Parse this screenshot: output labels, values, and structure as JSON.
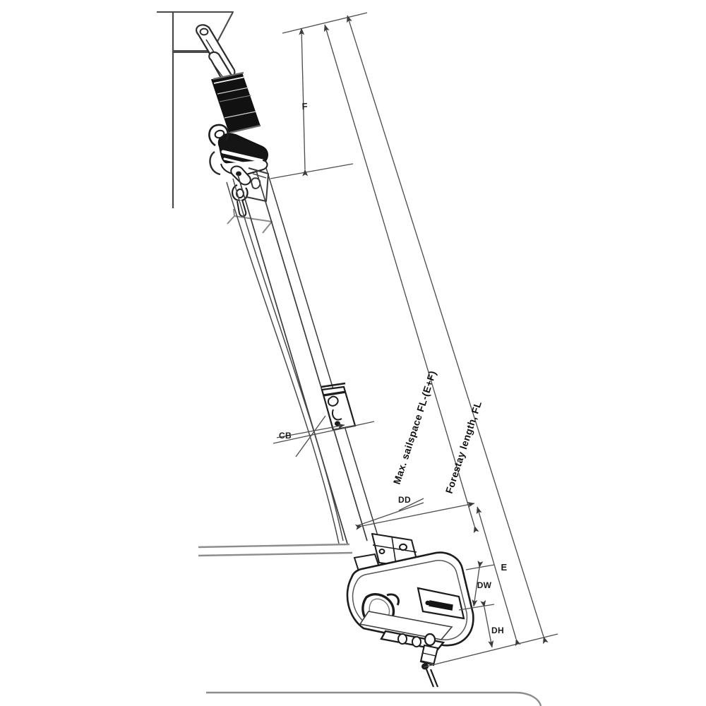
{
  "diagram": {
    "title": "Sailboat headsail furling system dimension diagram",
    "background_color": "#ffffff",
    "line_color": "#3a3a3a",
    "dim_color": "#555555",
    "dark_fill": "#1a1a1a",
    "labels": {
      "f": "F",
      "cb": "CB",
      "dd": "DD",
      "e": "E",
      "dw": "DW",
      "dh": "DH",
      "forestay": "Forestay length, FL",
      "sailspace": "Max. sailspace FL-(E+F)"
    }
  },
  "dimensions": {
    "type": "technical-drawing",
    "measurements": [
      {
        "code": "F",
        "description": "Distance from masthead attachment to halyard swivel top"
      },
      {
        "code": "CB",
        "description": "Offset from foil centreline to tack / sail attachment point"
      },
      {
        "code": "DD",
        "description": "Drum diameter offset dimension"
      },
      {
        "code": "E",
        "description": "Distance from lower foil connector down to deck attachment"
      },
      {
        "code": "DW",
        "description": "Drum width dimension"
      },
      {
        "code": "DH",
        "description": "Drum height dimension"
      },
      {
        "code": "FL",
        "description": "Forestay length, FL — full pin-to-pin forestay measurement"
      },
      {
        "code": "FL-(E+F)",
        "description": "Max. sailspace FL-(E+F)"
      }
    ]
  },
  "components": {
    "masthead": "masthead-crane-fitting",
    "toggle": "toggle-clevis-fitting",
    "swage": "swage-terminal",
    "halyard_swivel": "halyard-swivel",
    "sail_head": "sail-head-plate",
    "foil": "extrusion-foil",
    "mid_connector": "foil-connector",
    "drum": "furling-drum-unit",
    "drum_handle": "drum-line-guard-handle",
    "tack_shackle": "tack-shackle",
    "turnbuckle": "turnbuckle-lower-terminal",
    "deck": "deck-line",
    "pulpit": "pulpit-rail"
  }
}
